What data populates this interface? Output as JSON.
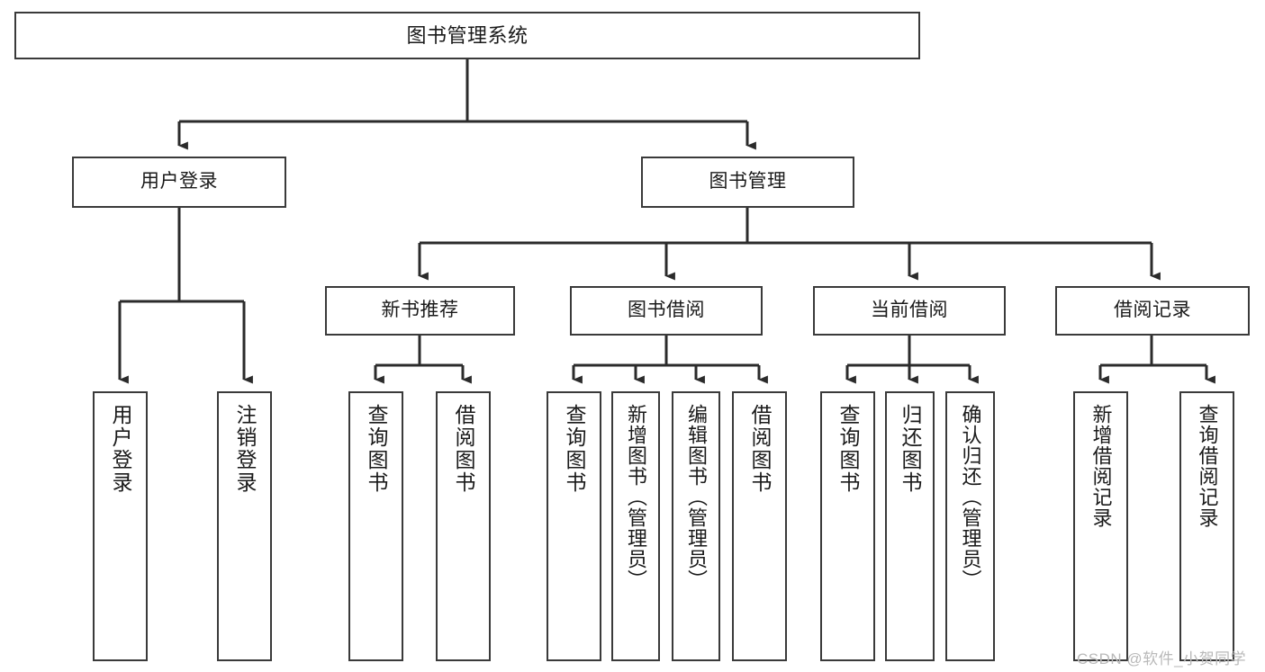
{
  "diagram": {
    "type": "tree",
    "title": "图书管理系统",
    "style": {
      "box_border_color": "#3a3a3a",
      "box_fill_color": "#ffffff",
      "edge_color": "#2b2b2b",
      "text_color": "#1a1a1a",
      "background": "#ffffff"
    },
    "nodes": {
      "root": {
        "label": "图书管理系统"
      },
      "level2": [
        {
          "id": "user-login",
          "label": "用户登录"
        },
        {
          "id": "book-manage",
          "label": "图书管理"
        }
      ],
      "level3": [
        {
          "id": "new-book-recommend",
          "label": "新书推荐"
        },
        {
          "id": "book-borrow",
          "label": "图书借阅"
        },
        {
          "id": "current-borrow",
          "label": "当前借阅"
        },
        {
          "id": "borrow-record",
          "label": "借阅记录"
        }
      ],
      "leaves": [
        {
          "id": "leaf-user-login",
          "label": "用户登录",
          "parent": "user-login"
        },
        {
          "id": "leaf-user-logout",
          "label": "注销登录",
          "parent": "user-login"
        },
        {
          "id": "leaf-query-book-1",
          "label": "查询图书",
          "parent": "new-book-recommend"
        },
        {
          "id": "leaf-borrow-book-1",
          "label": "借阅图书",
          "parent": "new-book-recommend"
        },
        {
          "id": "leaf-query-book-2",
          "label": "查询图书",
          "parent": "book-borrow"
        },
        {
          "id": "leaf-add-book",
          "label": "新增图书（管理员）",
          "parent": "book-borrow"
        },
        {
          "id": "leaf-edit-book",
          "label": "编辑图书（管理员）",
          "parent": "book-borrow"
        },
        {
          "id": "leaf-borrow-book-2",
          "label": "借阅图书",
          "parent": "book-borrow"
        },
        {
          "id": "leaf-query-book-3",
          "label": "查询图书",
          "parent": "current-borrow"
        },
        {
          "id": "leaf-return-book",
          "label": "归还图书",
          "parent": "current-borrow"
        },
        {
          "id": "leaf-confirm-return",
          "label": "确认归还（管理员）",
          "parent": "current-borrow"
        },
        {
          "id": "leaf-add-record",
          "label": "新增借阅记录",
          "parent": "borrow-record"
        },
        {
          "id": "leaf-query-record",
          "label": "查询借阅记录",
          "parent": "borrow-record"
        }
      ]
    }
  },
  "watermark": {
    "text": "CSDN @软件_小贺同学"
  }
}
